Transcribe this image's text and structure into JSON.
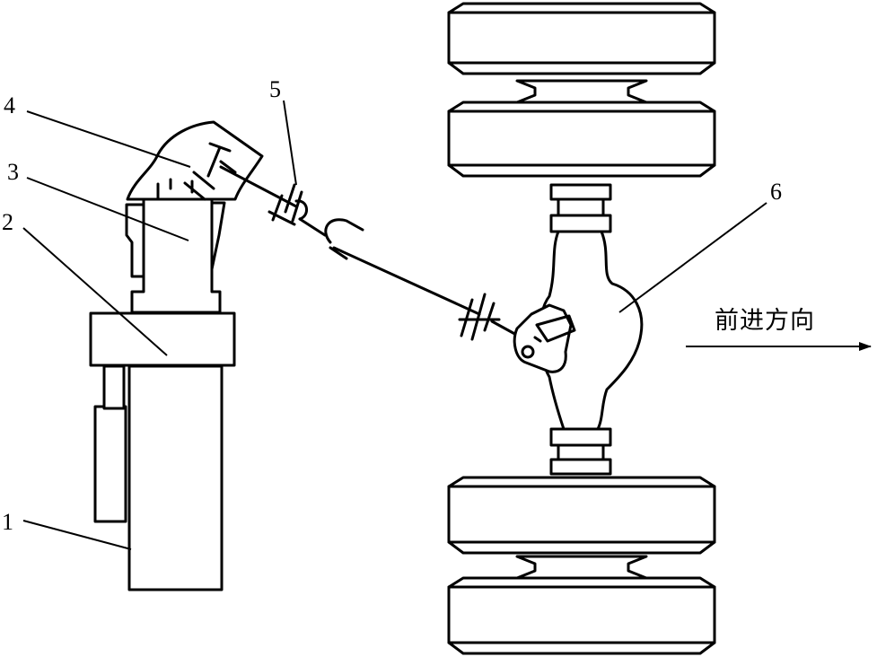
{
  "labels": {
    "l1": "1",
    "l2": "2",
    "l3": "3",
    "l4": "4",
    "l5": "5",
    "l6": "6"
  },
  "direction_text": "前进方向"
}
